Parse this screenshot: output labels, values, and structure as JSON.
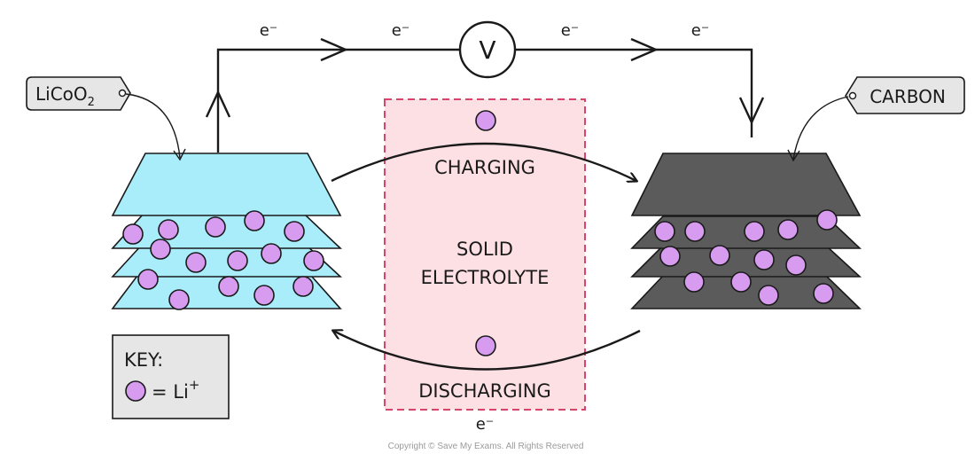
{
  "electron_labels": [
    "e⁻",
    "e⁻",
    "e⁻",
    "e⁻",
    "e⁻"
  ],
  "voltmeter_symbol": "V",
  "cathode_tag": {
    "prefix": "LiCoO",
    "subscript": "2"
  },
  "anode_tag": "CARBON",
  "electrolyte_label": [
    "SOLID",
    "ELECTROLYTE"
  ],
  "charging_label": "CHARGING",
  "discharging_label": "DISCHARGING",
  "key": {
    "title": "KEY:",
    "equals": "= Li",
    "superscript": "+"
  },
  "copyright": "Copyright © Save My Exams. All Rights Reserved",
  "colors": {
    "cathode_fill": "#a9ecfa",
    "anode_fill": "#5b5b5b",
    "ion_fill": "#d79bf0",
    "electrolyte_fill": "#fde0e4",
    "electrolyte_border": "#d6456a",
    "tag_fill": "#e6e6e6"
  }
}
